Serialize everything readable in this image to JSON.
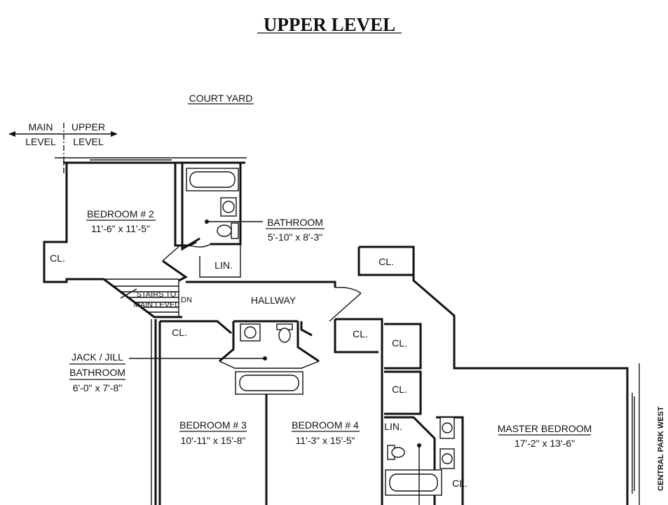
{
  "title": "UPPER LEVEL",
  "court_yard": "COURT YARD",
  "level_marker": {
    "main_line1": "MAIN",
    "main_line2": "LEVEL",
    "upper_line1": "UPPER",
    "upper_line2": "LEVEL"
  },
  "street": "CENTRAL PARK WEST",
  "rooms": {
    "bedroom2": {
      "name": "BEDROOM # 2",
      "size": "11'-6\" x 11'-5\""
    },
    "bathroom": {
      "name": "BATHROOM",
      "size": "5'-10\" x 8'-3\""
    },
    "hallway": {
      "name": "HALLWAY"
    },
    "jack_jill": {
      "name_line1": "JACK / JILL",
      "name_line2": "BATHROOM",
      "size": "6'-0\" x 7'-8\""
    },
    "bedroom3": {
      "name": "BEDROOM # 3",
      "size": "10'-11\" x 15'-8\""
    },
    "bedroom4": {
      "name": "BEDROOM # 4",
      "size": "11'-3\" x 15'-5\""
    },
    "master": {
      "name": "MASTER BEDROOM",
      "size": "17'-2\" x 13'-6\""
    }
  },
  "closets": {
    "cl_label": "CL.",
    "lin_label": "LIN."
  },
  "stairs": {
    "line1": "STAIRS TO",
    "line2": "MAIN LEVEL",
    "dn": "DN"
  }
}
